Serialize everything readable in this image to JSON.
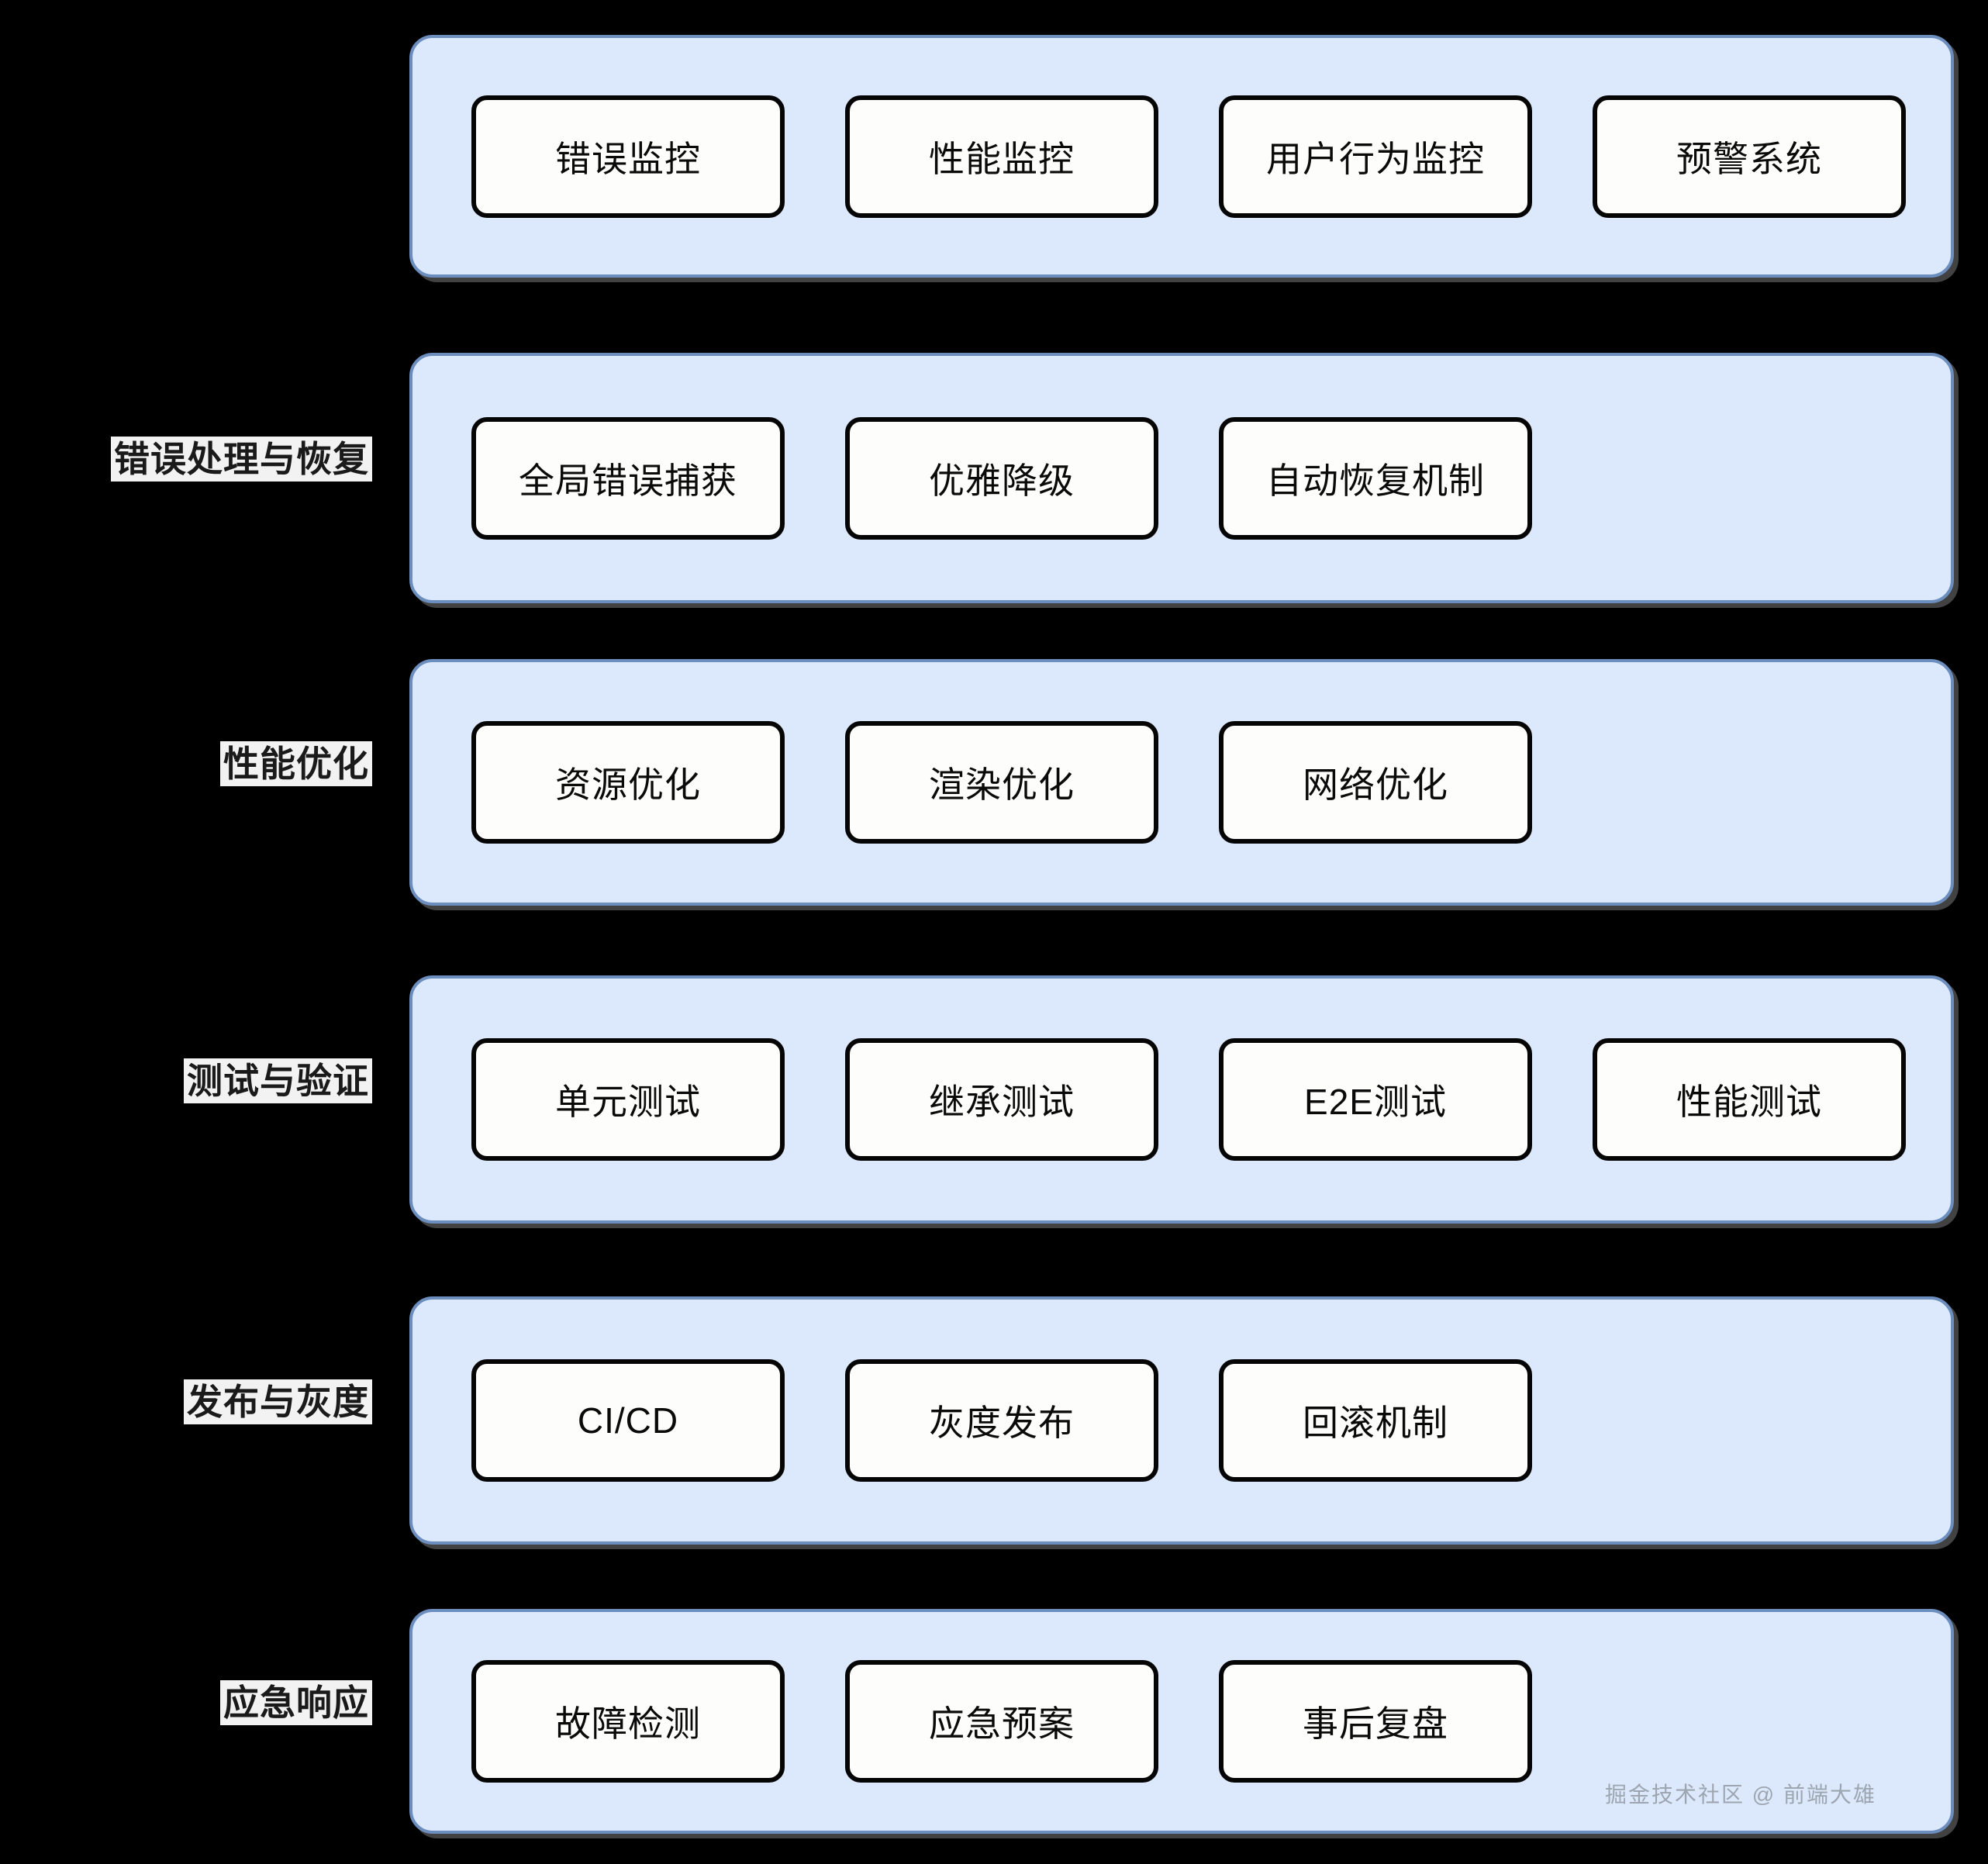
{
  "canvas": {
    "background_color": "#000000",
    "group_fill": "#dce8fb",
    "group_border": "#6c8ebf",
    "node_fill": "#fdfdfb",
    "node_border": "#000000",
    "label_text_color": "#1a1a1a",
    "label_bg_color": "#f2f2f2"
  },
  "watermark": {
    "text": "掘金技术社区 @ 前端大雄",
    "color": "#9aa3ad"
  },
  "chart_data": {
    "type": "table",
    "title": "",
    "categories": [
      "",
      "错误处理与恢复",
      "性能优化",
      "测试与验证",
      "发布与灰度",
      "应急响应"
    ]
  },
  "lanes": [
    {
      "label": "",
      "has_label": false,
      "nodes": [
        {
          "label": "错误监控"
        },
        {
          "label": "性能监控"
        },
        {
          "label": "用户行为监控"
        },
        {
          "label": "预警系统"
        }
      ]
    },
    {
      "label": "错误处理与恢复",
      "has_label": true,
      "nodes": [
        {
          "label": "全局错误捕获"
        },
        {
          "label": "优雅降级"
        },
        {
          "label": "自动恢复机制"
        }
      ]
    },
    {
      "label": "性能优化",
      "has_label": true,
      "nodes": [
        {
          "label": "资源优化"
        },
        {
          "label": "渲染优化"
        },
        {
          "label": "网络优化"
        }
      ]
    },
    {
      "label": "测试与验证",
      "has_label": true,
      "nodes": [
        {
          "label": "单元测试"
        },
        {
          "label": "继承测试"
        },
        {
          "label": "E2E测试"
        },
        {
          "label": "性能测试"
        }
      ]
    },
    {
      "label": "发布与灰度",
      "has_label": true,
      "nodes": [
        {
          "label": "CI/CD"
        },
        {
          "label": "灰度发布"
        },
        {
          "label": "回滚机制"
        }
      ]
    },
    {
      "label": "应急响应",
      "has_label": true,
      "nodes": [
        {
          "label": "故障检测"
        },
        {
          "label": "应急预案"
        },
        {
          "label": "事后复盘"
        }
      ]
    }
  ]
}
